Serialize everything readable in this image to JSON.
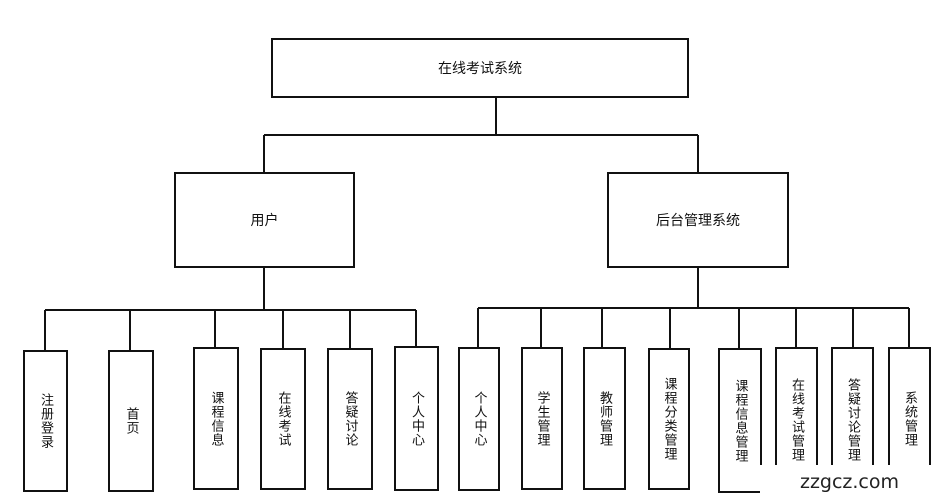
{
  "root": {
    "label": "在线考试系统"
  },
  "branches": [
    {
      "label": "用户",
      "children": [
        "注册登录",
        "首页",
        "课程信息",
        "在线考试",
        "答疑讨论",
        "个人中心"
      ]
    },
    {
      "label": "后台管理系统",
      "children": [
        "个人中心",
        "学生管理",
        "教师管理",
        "课程分类管理",
        "课程信息管理",
        "在线考试管理",
        "答疑讨论管理",
        "系统管理"
      ]
    }
  ],
  "watermark": "zzgcz.com",
  "colors": {
    "line": "#111111",
    "box_border": "#111111",
    "background": "#ffffff"
  }
}
